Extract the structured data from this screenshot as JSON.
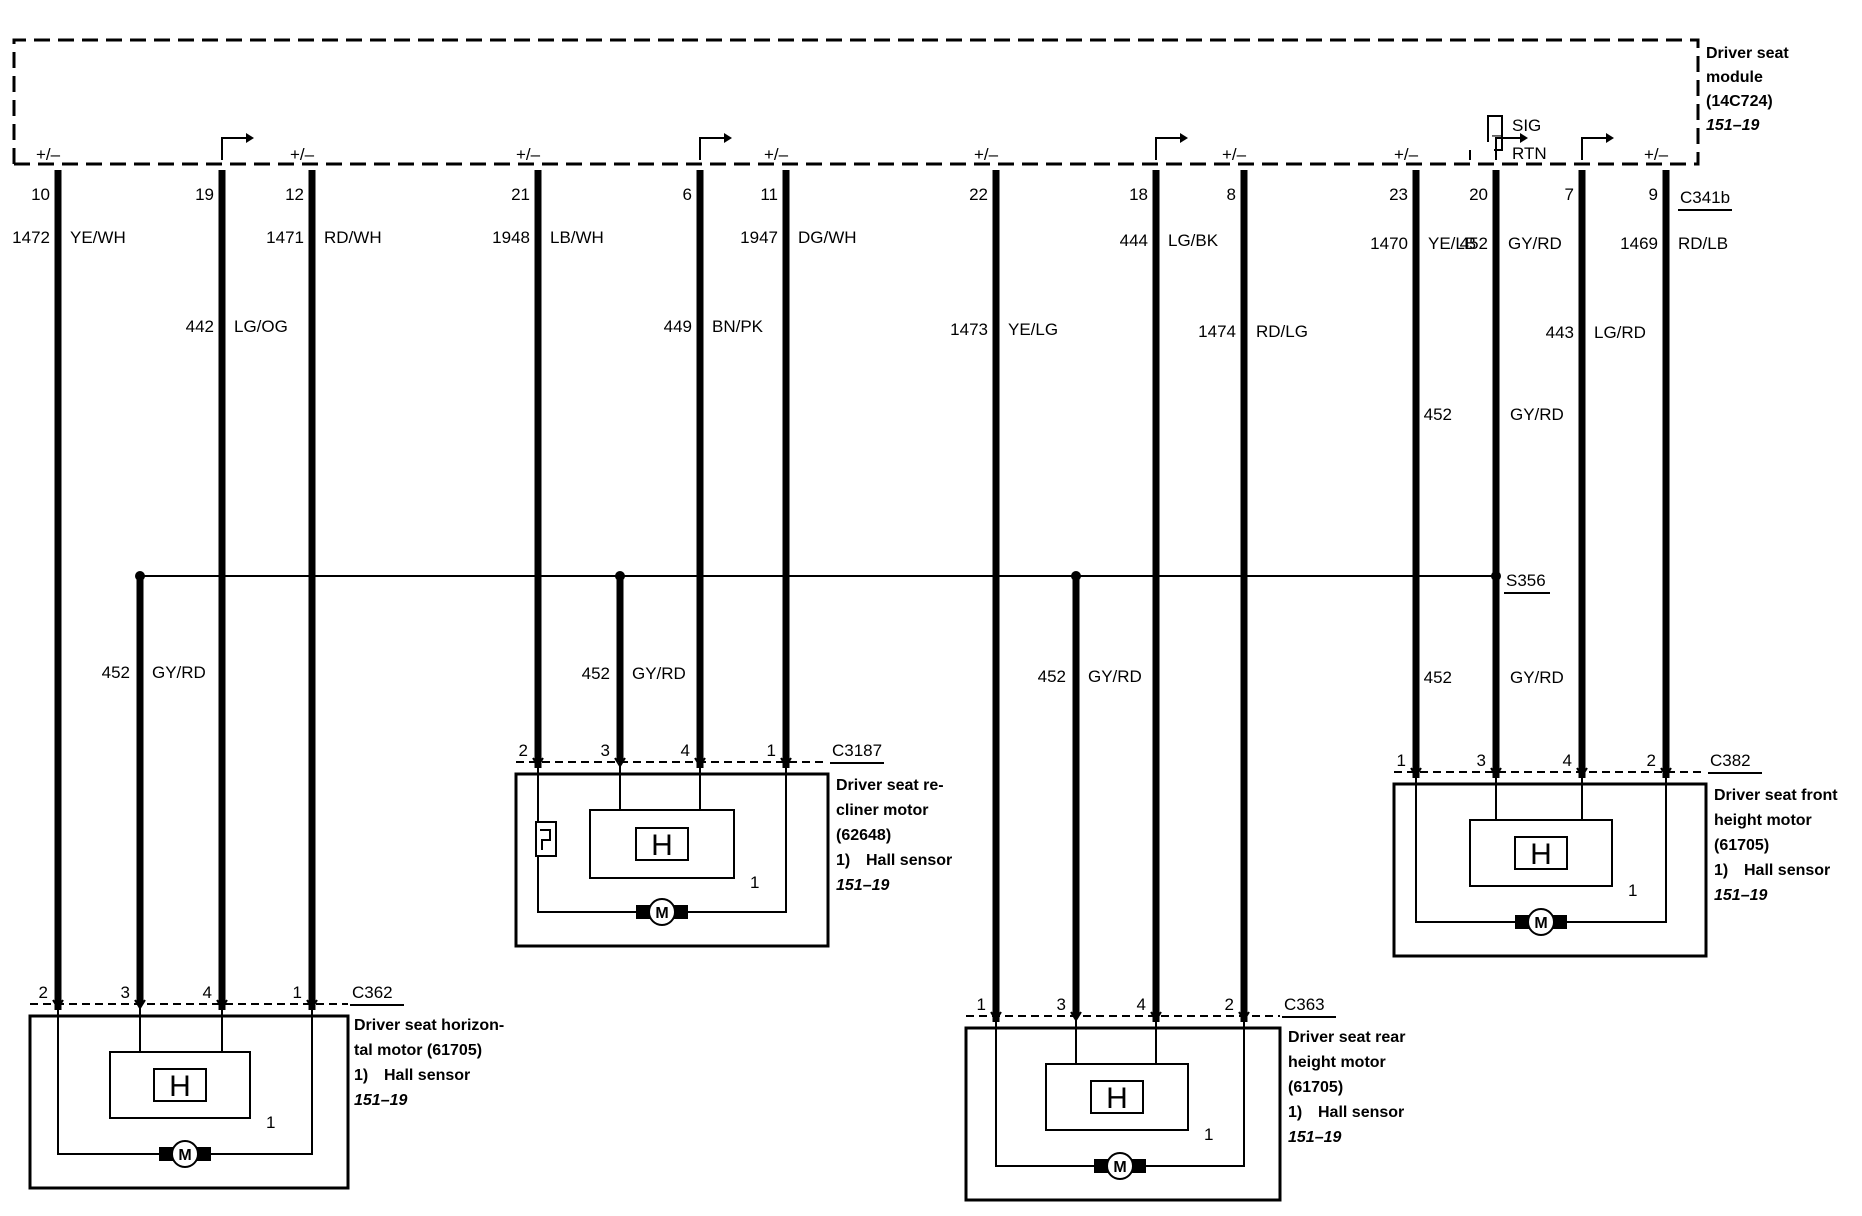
{
  "module": {
    "name_line1": "Driver seat",
    "name_line2": "module",
    "part": "(14C724)",
    "ref": "151–19",
    "sig_label": "SIG",
    "rtn_label": "RTN",
    "ground_symbol": "–",
    "connector": "C341b"
  },
  "circuits": [
    {
      "pin": "10",
      "circuit": "1472",
      "color": "YE/WH",
      "polarity": "+/–"
    },
    {
      "pin": "19",
      "circuit": "442",
      "color": "LG/OG",
      "polarity": ""
    },
    {
      "pin": "12",
      "circuit": "1471",
      "color": "RD/WH",
      "polarity": "+/–"
    },
    {
      "pin": "21",
      "circuit": "1948",
      "color": "LB/WH",
      "polarity": "+/–"
    },
    {
      "pin": "6",
      "circuit": "449",
      "color": "BN/PK",
      "polarity": ""
    },
    {
      "pin": "11",
      "circuit": "1947",
      "color": "DG/WH",
      "polarity": "+/–"
    },
    {
      "pin": "22",
      "circuit": "1473",
      "color": "YE/LG",
      "polarity": "+/–"
    },
    {
      "pin": "18",
      "circuit": "444",
      "color": "LG/BK",
      "polarity": ""
    },
    {
      "pin": "8",
      "circuit": "1474",
      "color": "RD/LG",
      "polarity": "+/–"
    },
    {
      "pin": "23",
      "circuit": "1470",
      "color": "YE/LB",
      "polarity": "+/–"
    },
    {
      "pin": "20",
      "circuit": "452",
      "color": "GY/RD",
      "polarity": ""
    },
    {
      "pin": "7",
      "circuit": "443",
      "color": "LG/RD",
      "polarity": ""
    },
    {
      "pin": "9",
      "circuit": "1469",
      "color": "RD/LB",
      "polarity": "+/–"
    }
  ],
  "splice": {
    "name": "S356",
    "circuit": "452",
    "color": "GY/RD"
  },
  "hall_sensor_symbol": "H",
  "motor_symbol": "M",
  "motors": [
    {
      "connector": "C362",
      "name": [
        "Driver seat horizon-",
        "tal motor (61705)"
      ],
      "note_num": "1)",
      "note": "Hall sensor",
      "ref": "151–19",
      "pins": [
        "2",
        "3",
        "4",
        "1"
      ],
      "hall_pin": "1",
      "sensor_circuit": "452",
      "sensor_color": "GY/RD"
    },
    {
      "connector": "C3187",
      "name": [
        "Driver seat re-",
        "cliner motor",
        "(62648)"
      ],
      "note_num": "1)",
      "note": "Hall sensor",
      "ref": "151–19",
      "pins": [
        "2",
        "3",
        "4",
        "1"
      ],
      "hall_pin": "1",
      "sensor_circuit": "452",
      "sensor_color": "GY/RD"
    },
    {
      "connector": "C363",
      "name": [
        "Driver seat rear",
        "height motor",
        "(61705)"
      ],
      "note_num": "1)",
      "note": "Hall sensor",
      "ref": "151–19",
      "pins": [
        "1",
        "3",
        "4",
        "2"
      ],
      "hall_pin": "1",
      "sensor_circuit": "452",
      "sensor_color": "GY/RD"
    },
    {
      "connector": "C382",
      "name": [
        "Driver seat front",
        "height motor",
        "(61705)"
      ],
      "note_num": "1)",
      "note": "Hall sensor",
      "ref": "151–19",
      "pins": [
        "1",
        "3",
        "4",
        "2"
      ],
      "hall_pin": "1",
      "sensor_circuit": "452",
      "sensor_color": "GY/RD"
    }
  ]
}
